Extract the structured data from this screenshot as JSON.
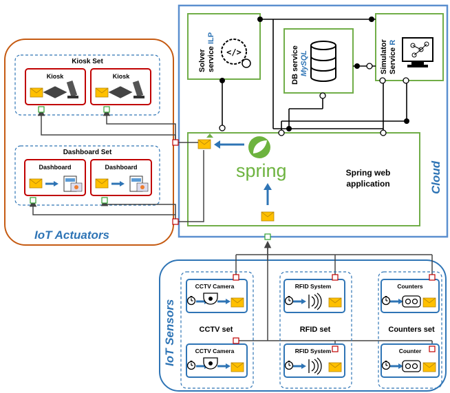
{
  "cloud": {
    "label": "Cloud",
    "solver": {
      "line1": "Solver",
      "line2a": "service ",
      "line2b": "ILP"
    },
    "db": {
      "line1": "DB service",
      "line2": "MySQL"
    },
    "simulator": {
      "line1": "Simulator",
      "line2a": "Service ",
      "line2b": "R"
    },
    "spring_logo_text": "spring",
    "spring_app": {
      "line1": "Spring web",
      "line2": "application"
    }
  },
  "actuators": {
    "label": "IoT Actuators",
    "kiosk_set": {
      "title": "Kiosk Set",
      "items": [
        "Kiosk",
        "Kiosk"
      ]
    },
    "dashboard_set": {
      "title": "Dashboard Set",
      "items": [
        "Dashboard",
        "Dashboard"
      ]
    }
  },
  "sensors": {
    "label": "IoT Sensors",
    "sets": [
      {
        "name": "CCTV set",
        "devices": [
          "CCTV Camera",
          "CCTV Camera"
        ]
      },
      {
        "name": "RFID set",
        "devices": [
          "RFID System",
          "RFID System"
        ]
      },
      {
        "name": "Counters set",
        "devices": [
          "Counters",
          "Counter"
        ]
      }
    ]
  },
  "colors": {
    "cloud_border": "#5b8fcf",
    "service_border": "#70ad47",
    "actuator_border": "#c55a11",
    "device_border": "#c00000",
    "sensor_border": "#2e74b5",
    "accent_text": "#2e74b5",
    "envelope": "#ffc000"
  }
}
